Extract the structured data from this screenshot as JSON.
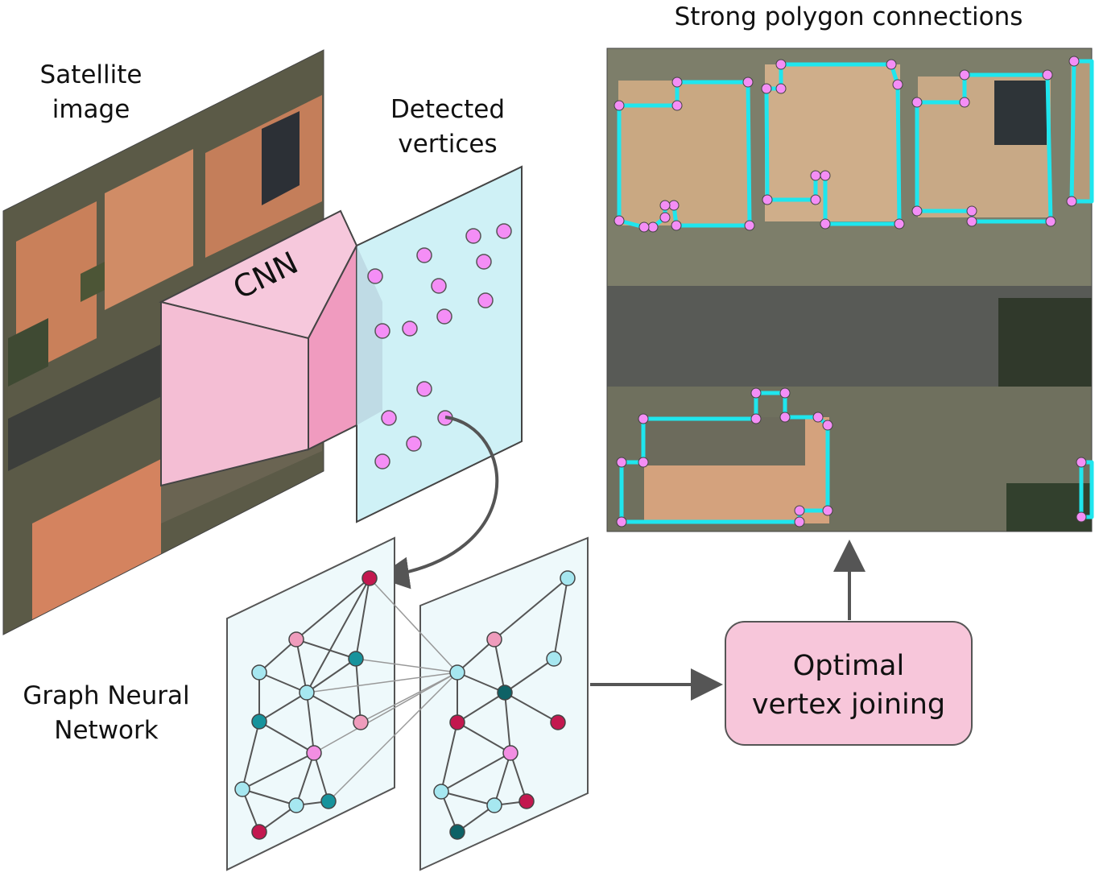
{
  "labels": {
    "satellite_line1": "Satellite",
    "satellite_line2": "image",
    "detected_line1": "Detected",
    "detected_line2": "vertices",
    "cnn": "CNN",
    "gnn_line1": "Graph Neural",
    "gnn_line2": "Network",
    "polygons_title": "Strong polygon connections",
    "optimal_line1": "Optimal",
    "optimal_line2": "vertex joining"
  },
  "colors": {
    "vertex_pink": "#f48ef6",
    "polygon_cyan": "#1fe6ee",
    "cnn_pink": "#f6c3d8",
    "panel_cyan": "#c9eff4",
    "node_light": "#a6e7f0",
    "node_teal": "#17939c",
    "node_dark_teal": "#0e6266",
    "node_crimson": "#c3184f",
    "node_pink": "#ef9cbc",
    "node_lilac": "#f28ee2",
    "arrow_gray": "#555555"
  }
}
